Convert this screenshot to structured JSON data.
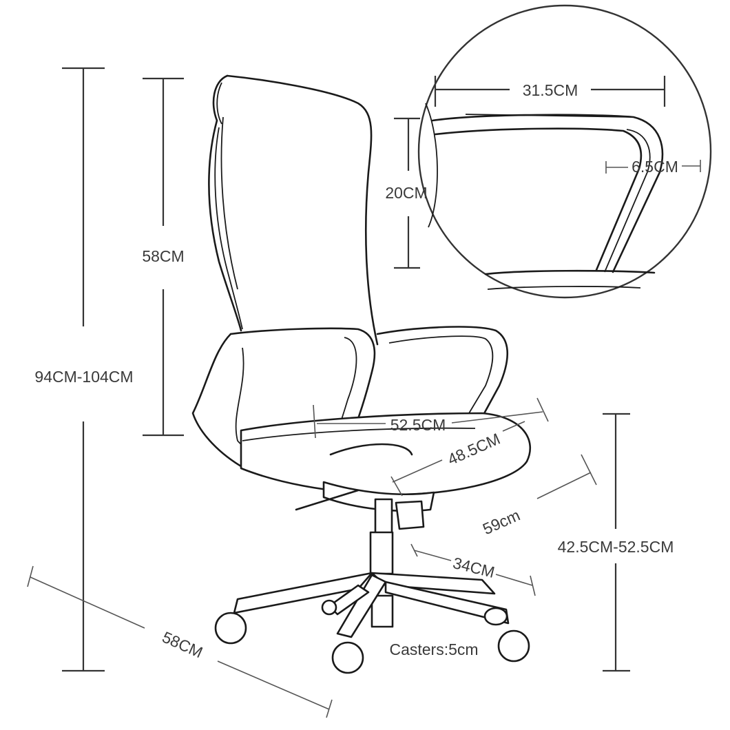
{
  "dimensions": {
    "total_height": "94CM-104CM",
    "back_height": "58CM",
    "armrest_height": "20CM",
    "armrest_length": "31.5CM",
    "armrest_width": "6.5CM",
    "seat_width": "52.5CM",
    "seat_depth": "48.5CM",
    "overall_depth": "59cm",
    "seat_height": "42.5CM-52.5CM",
    "base_leg": "34CM",
    "base_width": "58CM",
    "casters": "Casters:5cm"
  }
}
